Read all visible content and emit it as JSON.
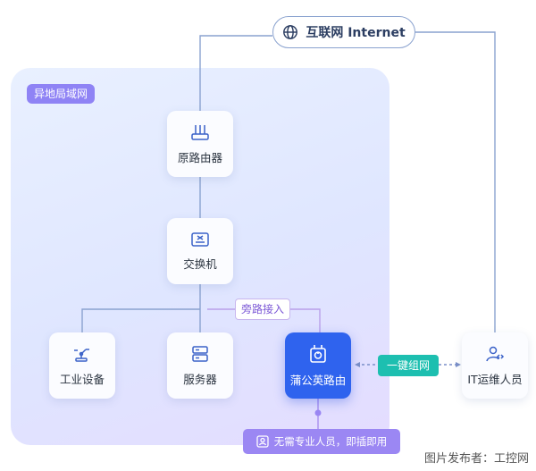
{
  "region_label": "异地局域网",
  "internet_label": "互联网 Internet",
  "nodes": {
    "router": "原路由器",
    "switch": "交换机",
    "industrial": "工业设备",
    "server": "服务器",
    "pgy": "蒲公英路由",
    "it_ops": "IT运维人员"
  },
  "labels": {
    "bypass": "旁路接入",
    "one_click": "一键组网",
    "note": "无需专业人员，即插即用"
  },
  "watermark": "图片发布者：工控网",
  "colors": {
    "primary": "#2f63ee",
    "accent_teal": "#1dbfb0",
    "accent_purple": "#9b87f3",
    "line": "#8aa2cf"
  }
}
